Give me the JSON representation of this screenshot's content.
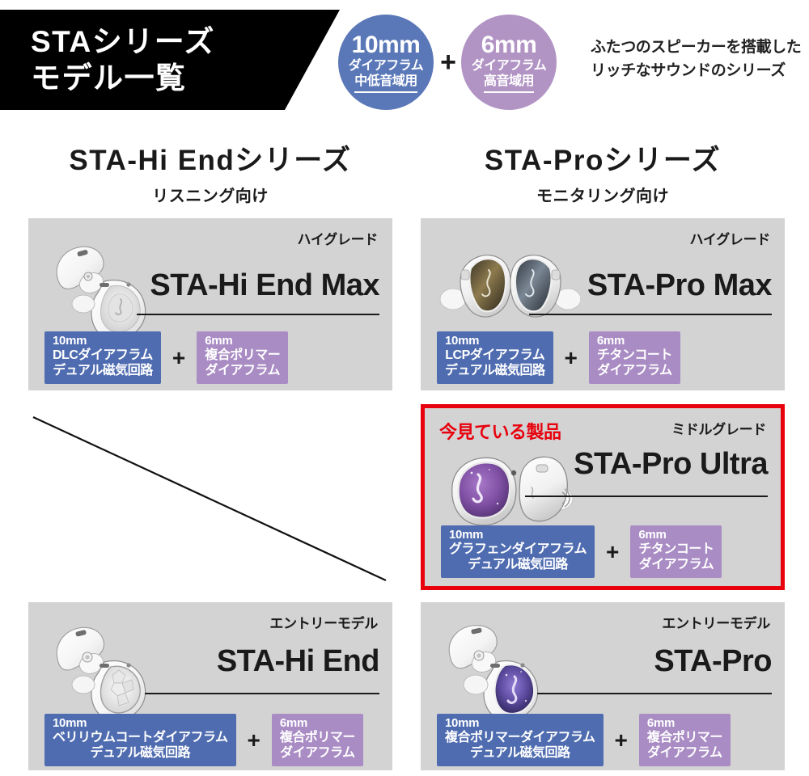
{
  "header": {
    "banner_line1": "STAシリーズ",
    "banner_line2": "モデル一覧",
    "badge_10": {
      "size": "10mm",
      "sub": "ダイアフラム",
      "use": "中低音域用",
      "color": "#5a77b8"
    },
    "plus": "+",
    "badge_6": {
      "size": "6mm",
      "sub": "ダイアフラム",
      "use": "高音域用",
      "color": "#b194c4"
    },
    "description_line1": "ふたつのスピーカーを搭載した",
    "description_line2": "リッチなサウンドのシリーズ"
  },
  "columns": [
    {
      "title": "STA-Hi Endシリーズ",
      "subtitle": "リスニング向け"
    },
    {
      "title": "STA-Proシリーズ",
      "subtitle": "モニタリング向け"
    }
  ],
  "colors": {
    "card_background": "#d3d3d3",
    "driver_10mm": "#4f6cb0",
    "driver_6mm": "#a98cc4",
    "highlight": "#e8000d",
    "banner_background": "#000000"
  },
  "cards": {
    "hi_end_max": {
      "grade": "ハイグレード",
      "name": "STA-Hi End Max",
      "driver_10mm": {
        "size": "10mm",
        "line1": "DLCダイアフラム",
        "line2": "デュアル磁気回路"
      },
      "plus": "+",
      "driver_6mm": {
        "size": "6mm",
        "line1": "複合ポリマー",
        "line2": "ダイアフラム"
      }
    },
    "pro_max": {
      "grade": "ハイグレード",
      "name": "STA-Pro Max",
      "driver_10mm": {
        "size": "10mm",
        "line1": "LCPダイアフラム",
        "line2": "デュアル磁気回路"
      },
      "plus": "+",
      "driver_6mm": {
        "size": "6mm",
        "line1": "チタンコート",
        "line2": "ダイアフラム"
      }
    },
    "pro_ultra": {
      "current_label": "今見ている製品",
      "grade": "ミドルグレード",
      "name": "STA-Pro Ultra",
      "driver_10mm": {
        "size": "10mm",
        "line1": "グラフェンダイアフラム",
        "line2": "デュアル磁気回路"
      },
      "plus": "+",
      "driver_6mm": {
        "size": "6mm",
        "line1": "チタンコート",
        "line2": "ダイアフラム"
      }
    },
    "hi_end": {
      "grade": "エントリーモデル",
      "name": "STA-Hi End",
      "driver_10mm": {
        "size": "10mm",
        "line1": "ベリリウムコートダイアフラム",
        "line2": "デュアル磁気回路"
      },
      "plus": "+",
      "driver_6mm": {
        "size": "6mm",
        "line1": "複合ポリマー",
        "line2": "ダイアフラム"
      }
    },
    "pro": {
      "grade": "エントリーモデル",
      "name": "STA-Pro",
      "driver_10mm": {
        "size": "10mm",
        "line1": "複合ポリマーダイアフラム",
        "line2": "デュアル磁気回路"
      },
      "plus": "+",
      "driver_6mm": {
        "size": "6mm",
        "line1": "複合ポリマー",
        "line2": "ダイアフラム"
      }
    }
  }
}
